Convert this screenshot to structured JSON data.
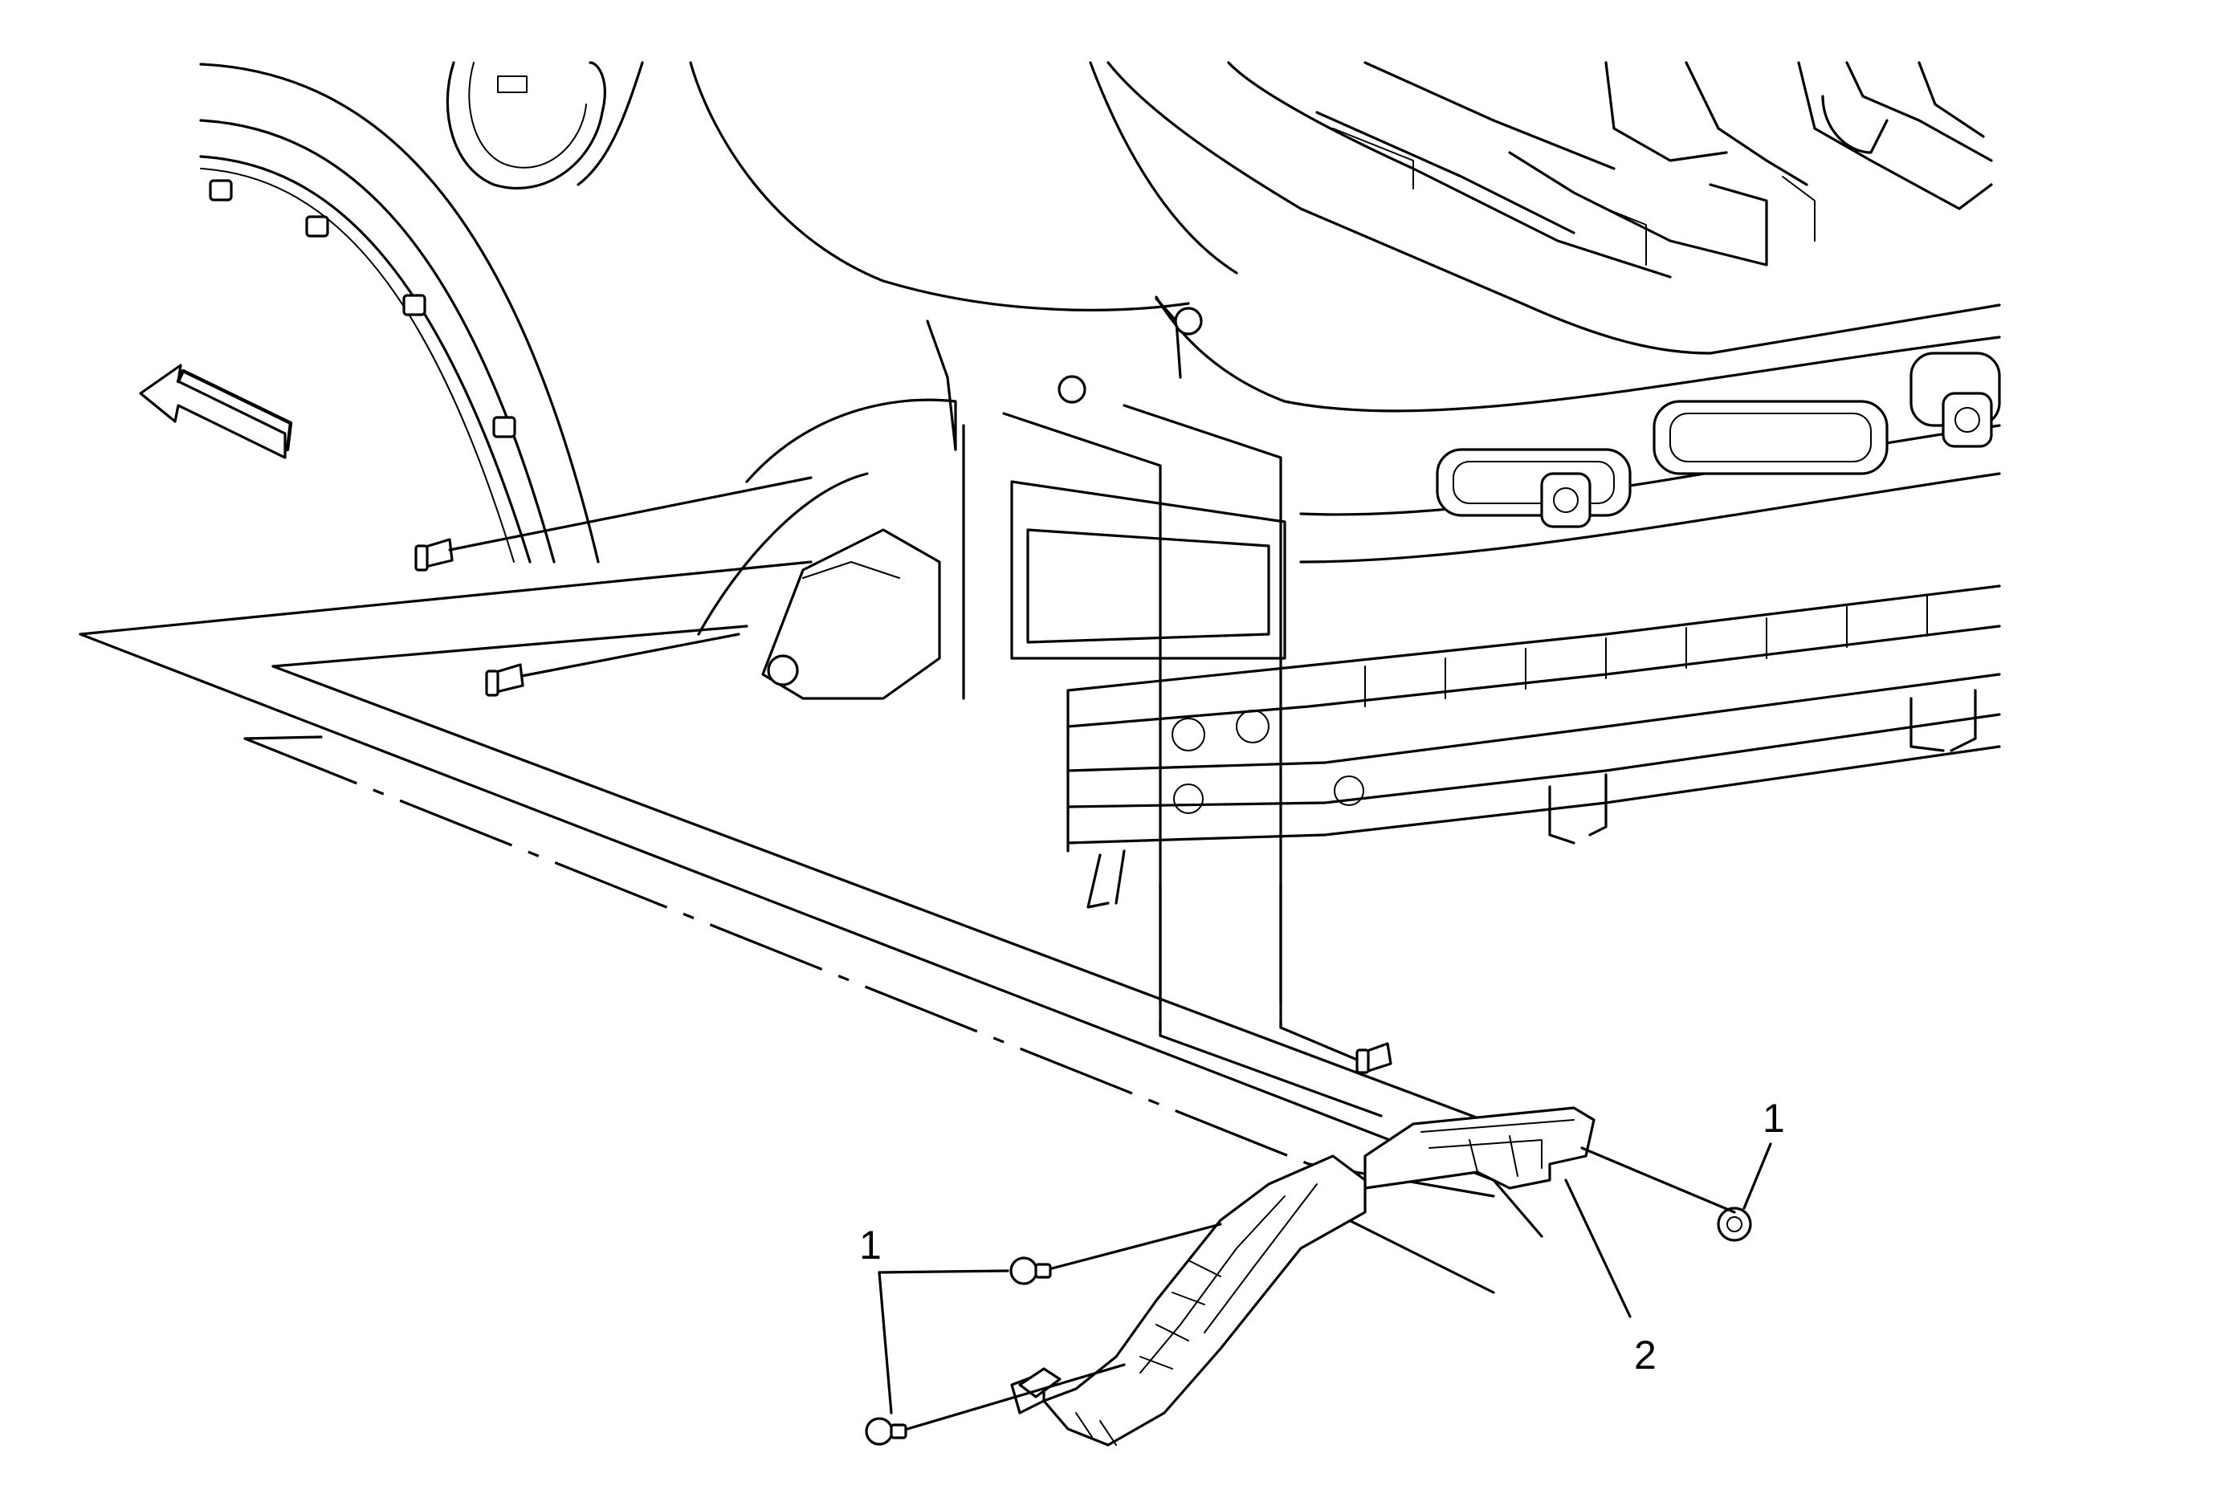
{
  "callouts": {
    "fastener_right": "1",
    "fastener_left": "1",
    "bracket": "2"
  },
  "icons": {
    "direction_arrow": "front-direction-arrow-icon"
  },
  "colors": {
    "line": "#000000",
    "background": "#ffffff"
  }
}
